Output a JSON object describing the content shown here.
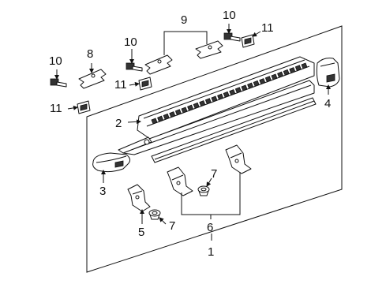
{
  "callouts": {
    "c1": "1",
    "c2": "2",
    "c3": "3",
    "c4": "4",
    "c5": "5",
    "c6": "6",
    "c7a": "7",
    "c7b": "7",
    "c8": "8",
    "c9": "9",
    "c10a": "10",
    "c10b": "10",
    "c10c": "10",
    "c11a": "11",
    "c11b": "11",
    "c11c": "11"
  }
}
